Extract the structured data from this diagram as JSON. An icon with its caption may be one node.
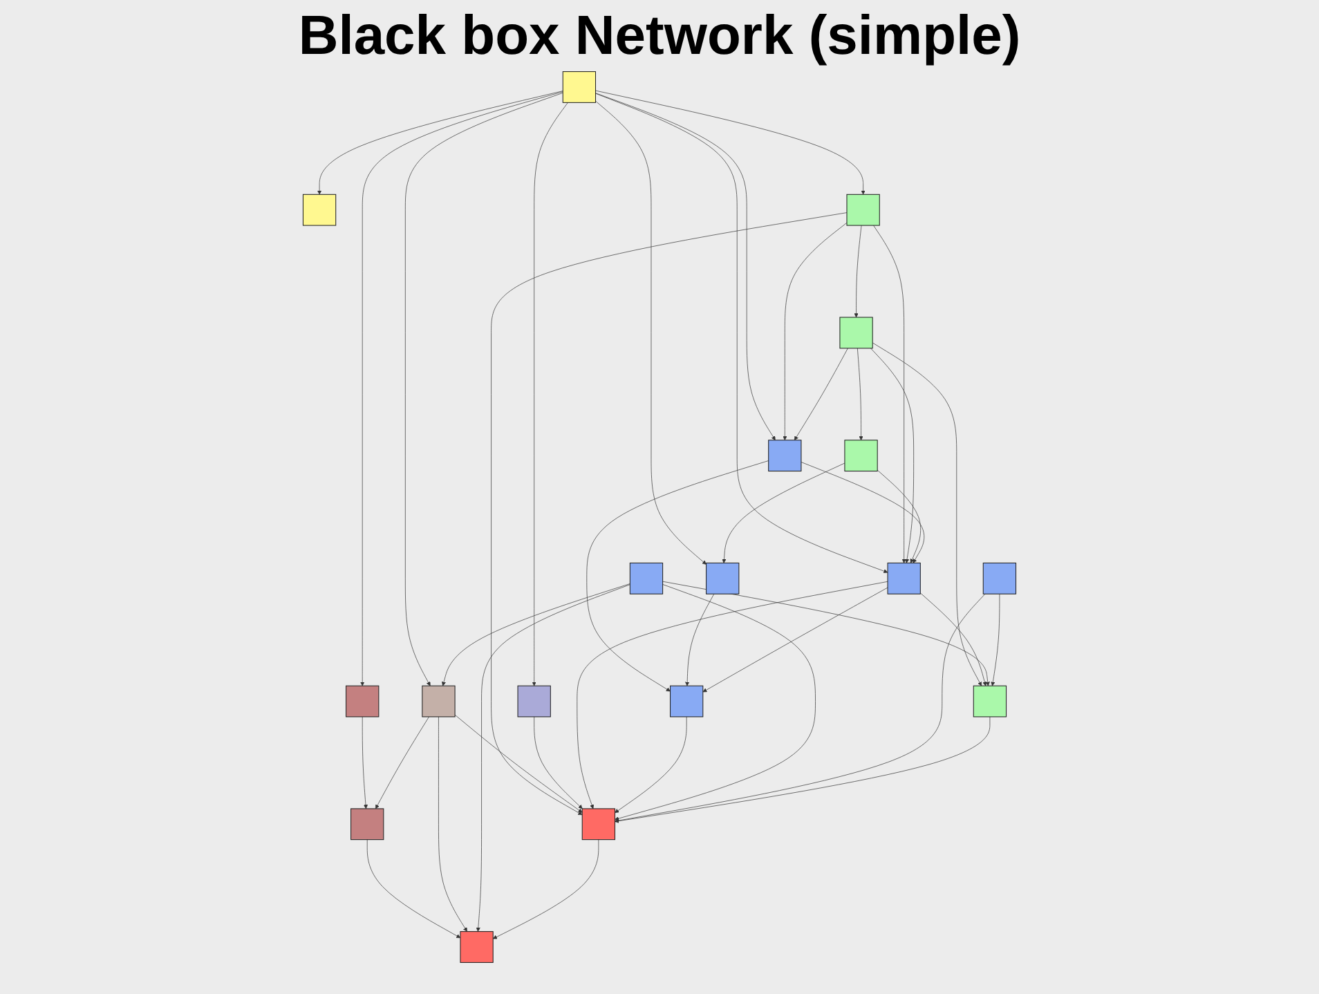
{
  "diagram": {
    "title": "Black box Network (simple)",
    "nodes": [
      {
        "text": [],
        "shape": "box"
      },
      {
        "text": [],
        "shape": "box"
      },
      {
        "text": [],
        "shape": "box"
      },
      {
        "text": [],
        "shape": "box"
      },
      {
        "text": [],
        "shape": "box"
      },
      {
        "text": [],
        "shape": "box"
      },
      {
        "text": [],
        "shape": "box"
      },
      {
        "text": [],
        "shape": "box"
      },
      {
        "text": [],
        "shape": "box"
      },
      {
        "text": [],
        "shape": "box"
      },
      {
        "text": [],
        "shape": "box"
      },
      {
        "text": [],
        "shape": "box"
      },
      {
        "text": [],
        "shape": "box"
      },
      {
        "text": [],
        "shape": "box"
      },
      {
        "text": [],
        "shape": "box"
      },
      {
        "text": [],
        "shape": "box"
      },
      {
        "text": [],
        "shape": "box"
      },
      {
        "text": [],
        "shape": "box"
      }
    ],
    "edges": [
      {
        "from": 1,
        "to": 0,
        "arrow": "to"
      },
      {
        "from": 1,
        "to": 2,
        "arrow": "to"
      },
      {
        "from": 2,
        "to": 3,
        "arrow": "to"
      },
      {
        "from": 3,
        "to": 4,
        "arrow": "to"
      },
      {
        "from": 1,
        "to": 5,
        "arrow": "to"
      },
      {
        "from": 1,
        "to": 6,
        "arrow": "to"
      },
      {
        "from": 1,
        "to": 7,
        "arrow": "to"
      },
      {
        "from": 1,
        "to": 8,
        "arrow": "to"
      },
      {
        "from": 1,
        "to": 9,
        "arrow": "to"
      },
      {
        "from": 1,
        "to": 10,
        "arrow": "to"
      },
      {
        "from": 2,
        "to": 5,
        "arrow": "to"
      },
      {
        "from": 2,
        "to": 10,
        "arrow": "to"
      },
      {
        "from": 2,
        "to": 17,
        "arrow": "to"
      },
      {
        "from": 3,
        "to": 5,
        "arrow": "to"
      },
      {
        "from": 3,
        "to": 10,
        "arrow": "to"
      },
      {
        "from": 3,
        "to": 15,
        "arrow": "to"
      },
      {
        "from": 4,
        "to": 6,
        "arrow": "to"
      },
      {
        "from": 4,
        "to": 10,
        "arrow": "to"
      },
      {
        "from": 5,
        "to": 10,
        "arrow": "to"
      },
      {
        "from": 5,
        "to": 11,
        "arrow": "to"
      },
      {
        "from": 6,
        "to": 11,
        "arrow": "to"
      },
      {
        "from": 10,
        "to": 11,
        "arrow": "to"
      },
      {
        "from": 7,
        "to": 12,
        "arrow": "to"
      },
      {
        "from": 8,
        "to": 12,
        "arrow": "to"
      },
      {
        "from": 12,
        "to": 16,
        "arrow": "to"
      },
      {
        "from": 8,
        "to": 16,
        "arrow": "to"
      },
      {
        "from": 8,
        "to": 17,
        "arrow": "to"
      },
      {
        "from": 9,
        "to": 17,
        "arrow": "to"
      },
      {
        "from": 13,
        "to": 8,
        "arrow": "to"
      },
      {
        "from": 10,
        "to": 15,
        "arrow": "to"
      },
      {
        "from": 13,
        "to": 15,
        "arrow": "to"
      },
      {
        "from": 14,
        "to": 15,
        "arrow": "to"
      },
      {
        "from": 10,
        "to": 17,
        "arrow": "to"
      },
      {
        "from": 11,
        "to": 17,
        "arrow": "to"
      },
      {
        "from": 13,
        "to": 17,
        "arrow": "to"
      },
      {
        "from": 14,
        "to": 17,
        "arrow": "to"
      },
      {
        "from": 15,
        "to": 17,
        "arrow": "to"
      },
      {
        "from": 13,
        "to": 16,
        "arrow": "to"
      },
      {
        "from": 17,
        "to": 16,
        "arrow": "to"
      }
    ]
  }
}
